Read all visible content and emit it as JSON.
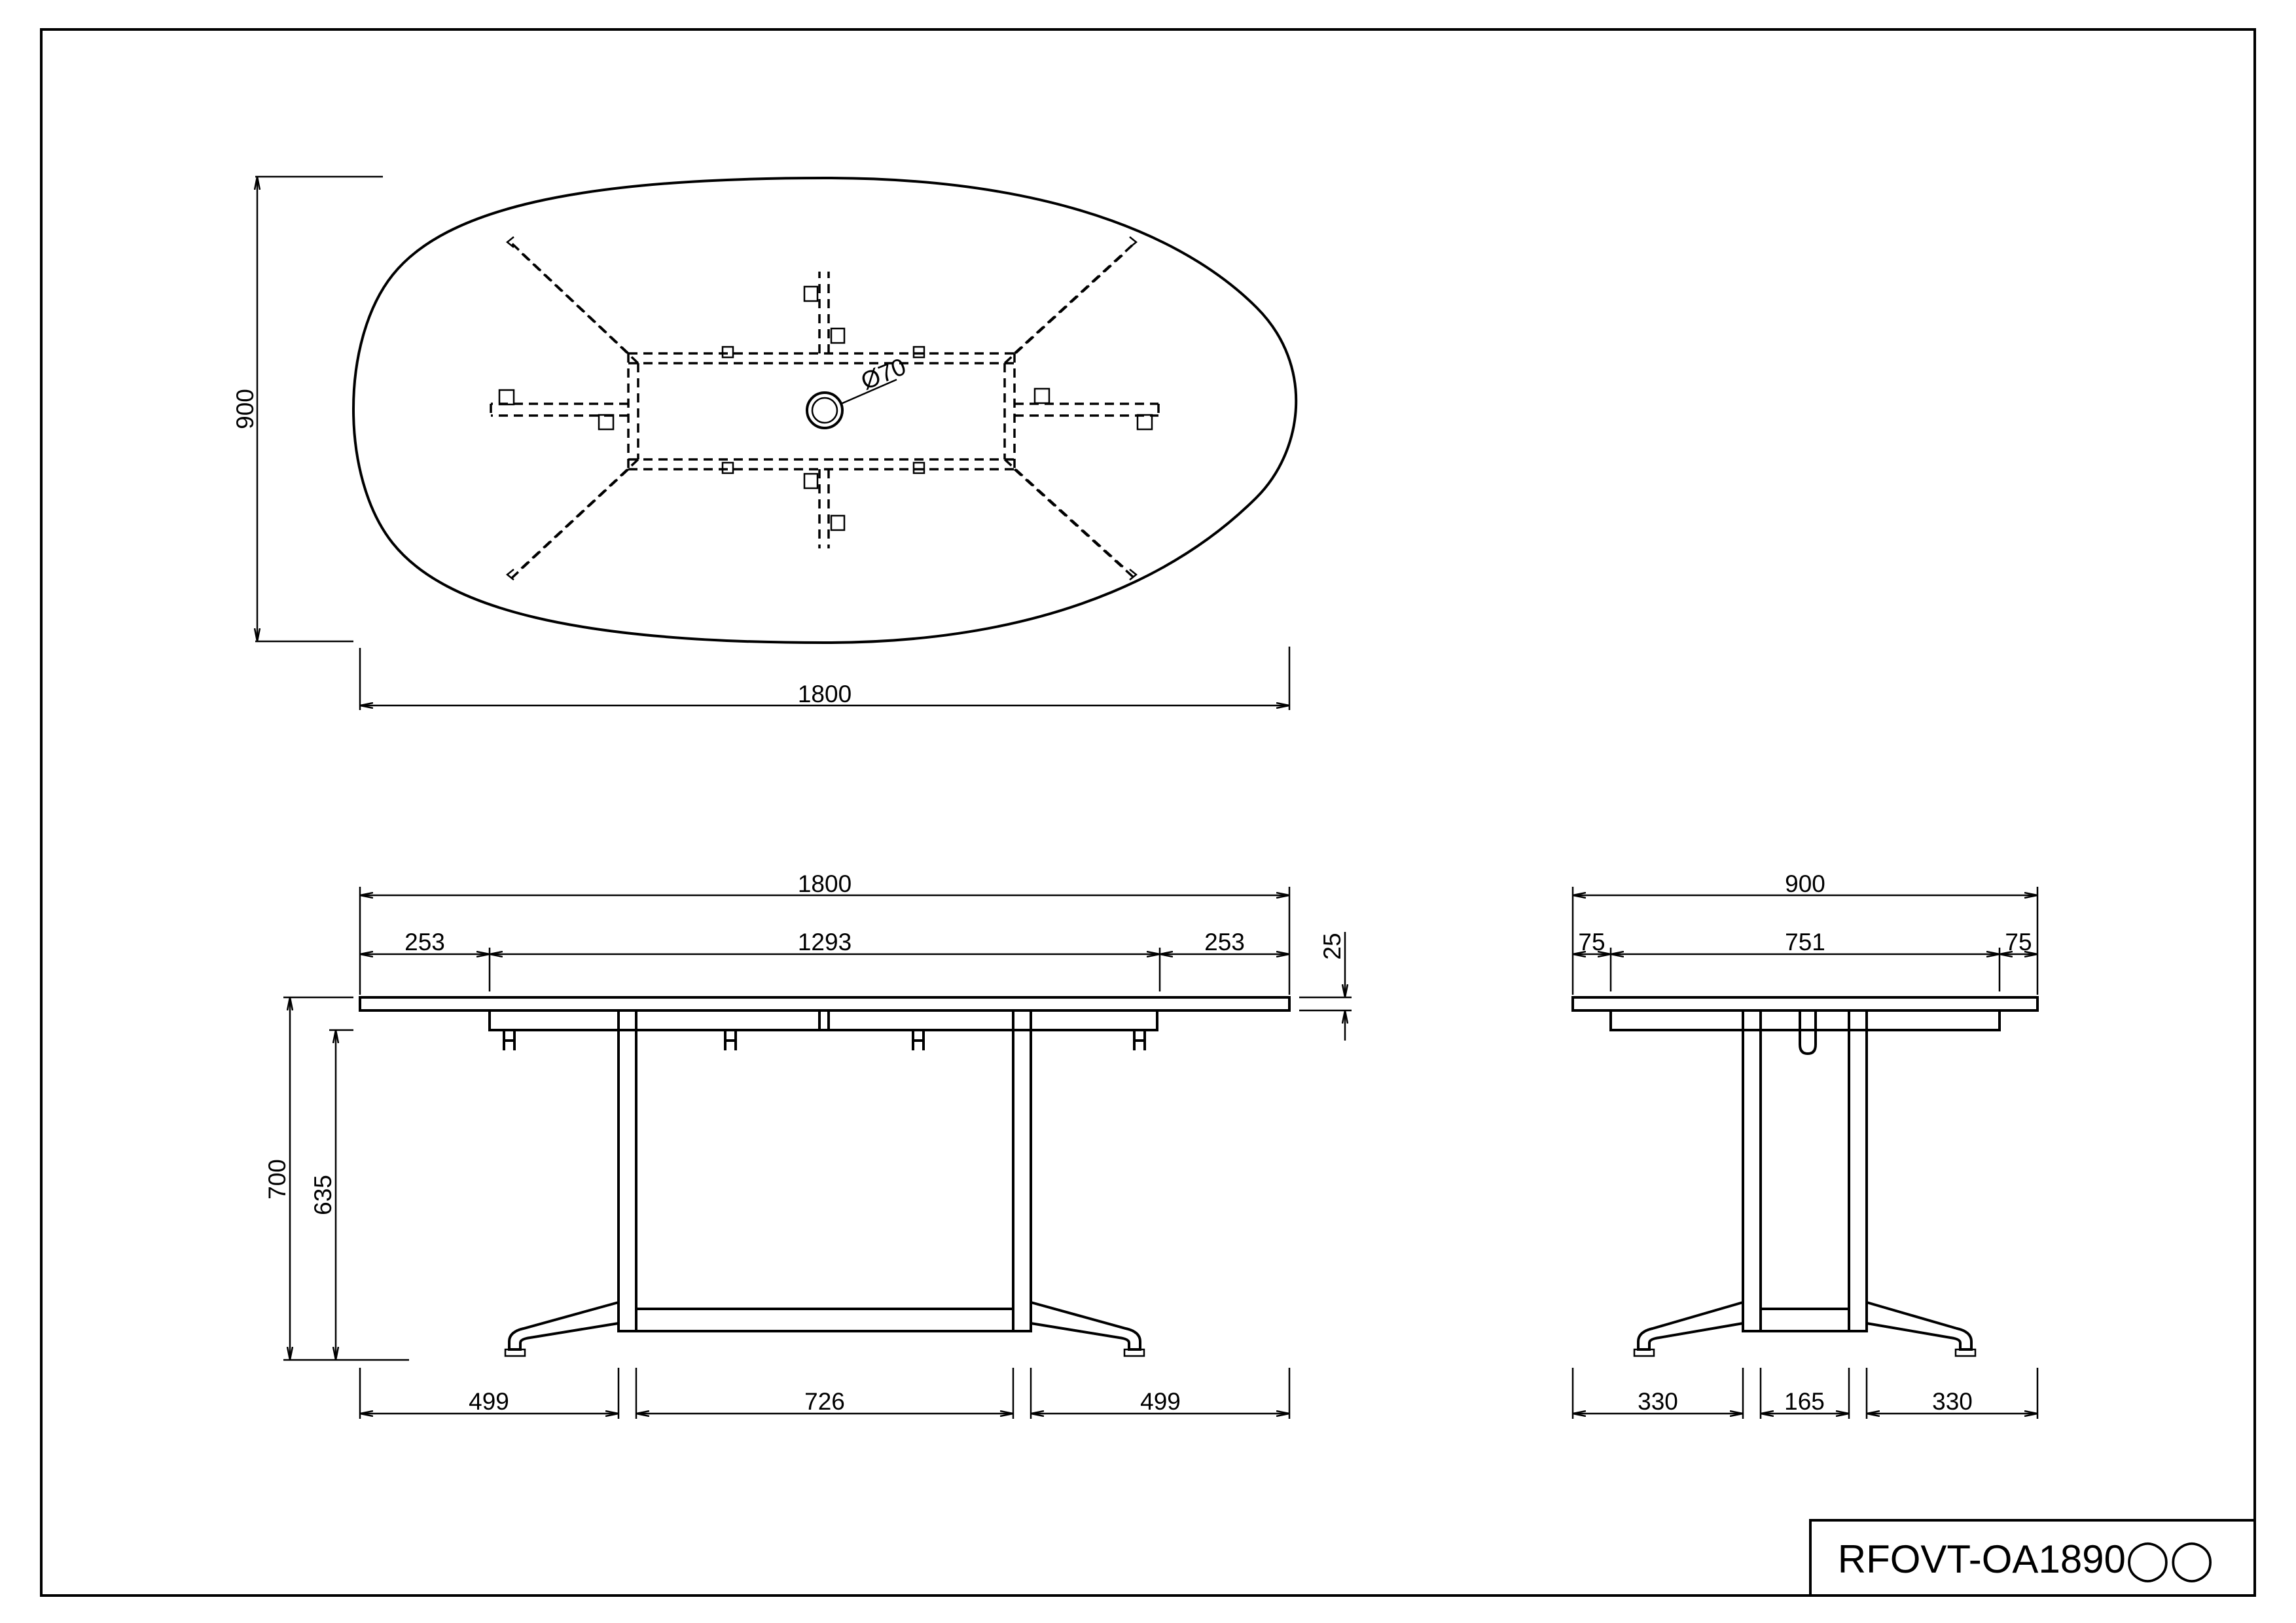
{
  "drawing": {
    "model_code": "RFOVT-OA1890",
    "model_suffix_glyphs": "◯◯"
  },
  "top_view": {
    "depth": "900",
    "width": "1800",
    "hole_label": "Ø70"
  },
  "front_view": {
    "overall_width": "1800",
    "end_left": "253",
    "middle": "1293",
    "end_right": "253",
    "top_thickness": "25",
    "total_height": "700",
    "leg_height": "635",
    "base_left": "499",
    "base_center": "726",
    "base_right": "499"
  },
  "side_view": {
    "overall_depth": "900",
    "edge_left": "75",
    "middle": "751",
    "edge_right": "75",
    "foot_left": "330",
    "foot_center": "165",
    "foot_right": "330"
  }
}
